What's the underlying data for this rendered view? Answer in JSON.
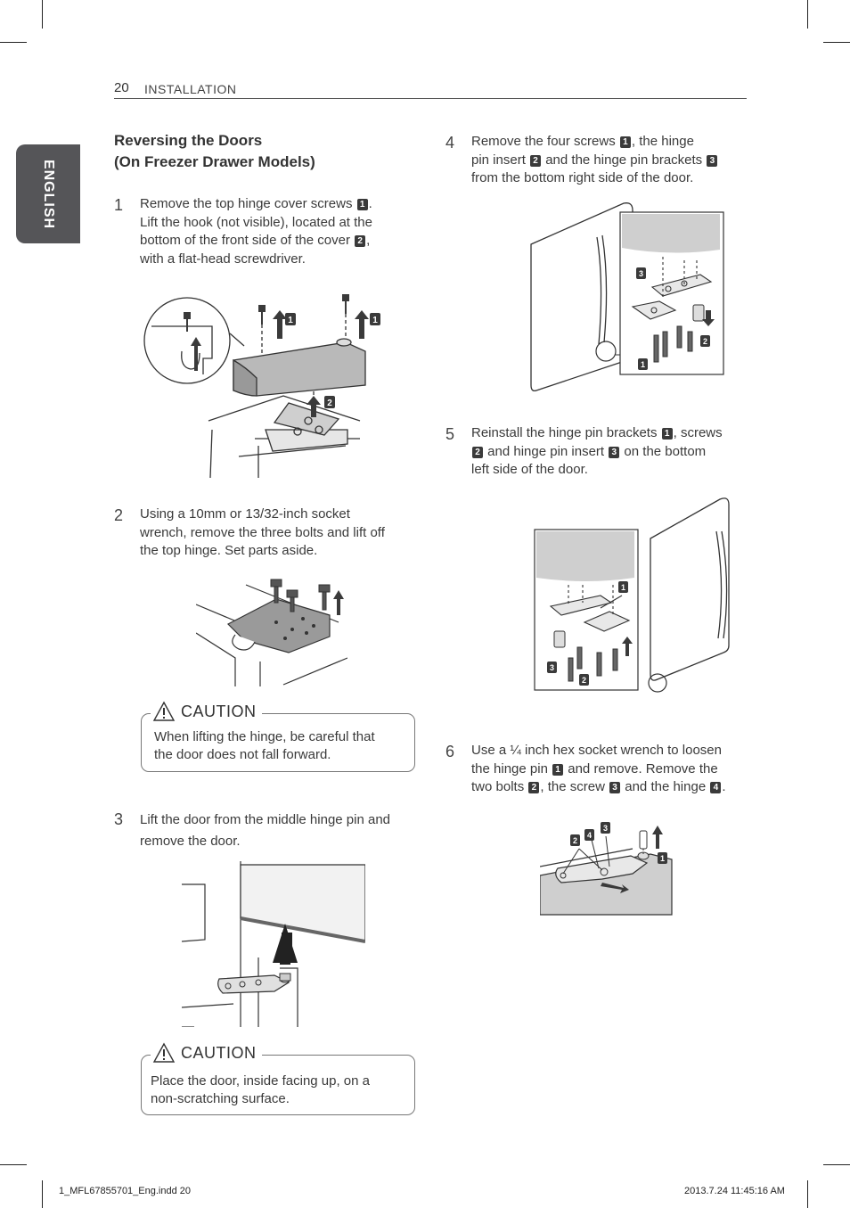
{
  "header": {
    "page_number": "20",
    "section": "INSTALLATION"
  },
  "language_tab": "ENGLISH",
  "title": {
    "line1": "Reversing the Doors",
    "line2": "(On Freezer Drawer Models)"
  },
  "steps": [
    {
      "number": "1",
      "parts": [
        "Remove the top hinge cover screws ",
        "1",
        ".",
        "Lift the hook (not visible), located at the",
        "bottom of the front side of the cover ",
        "2",
        ",",
        "with a flat-head screwdriver."
      ]
    },
    {
      "number": "2",
      "parts": [
        "Using a 10mm or 13/32-inch socket",
        "wrench, remove the three bolts and lift off",
        "the top hinge. Set parts aside."
      ]
    },
    {
      "number": "3",
      "parts": [
        "Lift the door from the middle hinge pin and",
        "remove the door."
      ]
    },
    {
      "number": "4",
      "parts": [
        "Remove the four screws ",
        "1",
        ", the hinge",
        "pin insert ",
        "2",
        " and the hinge pin brackets ",
        "3",
        "from the bottom right side of the door."
      ]
    },
    {
      "number": "5",
      "parts": [
        "Reinstall the hinge pin brackets ",
        "1",
        ", screws",
        "2",
        " and hinge pin insert ",
        "3",
        " on the bottom",
        "left side of the door."
      ]
    },
    {
      "number": "6",
      "parts": [
        "Use a ¼ inch hex socket wrench to loosen",
        "the hinge pin ",
        "1",
        " and remove. Remove the",
        "two bolts ",
        "2",
        ", the screw ",
        "3",
        " and the hinge ",
        "4",
        "."
      ]
    }
  ],
  "cautions": [
    {
      "label": "CAUTION",
      "lines": [
        "When lifting the hinge, be careful that",
        "the door does not fall forward."
      ]
    },
    {
      "label": "CAUTION",
      "lines": [
        "Place the door, inside facing up, on a",
        "non-scratching surface."
      ]
    }
  ],
  "figure_callouts": {
    "fig1": [
      "1",
      "1",
      "2"
    ],
    "fig4": [
      "3",
      "2",
      "1"
    ],
    "fig5": [
      "1",
      "3",
      "2"
    ],
    "fig6": [
      "2",
      "4",
      "3",
      "1"
    ]
  },
  "footer": {
    "file": "1_MFL67855701_Eng.indd   20",
    "date": "2013.7.24   11:45:16 AM"
  }
}
